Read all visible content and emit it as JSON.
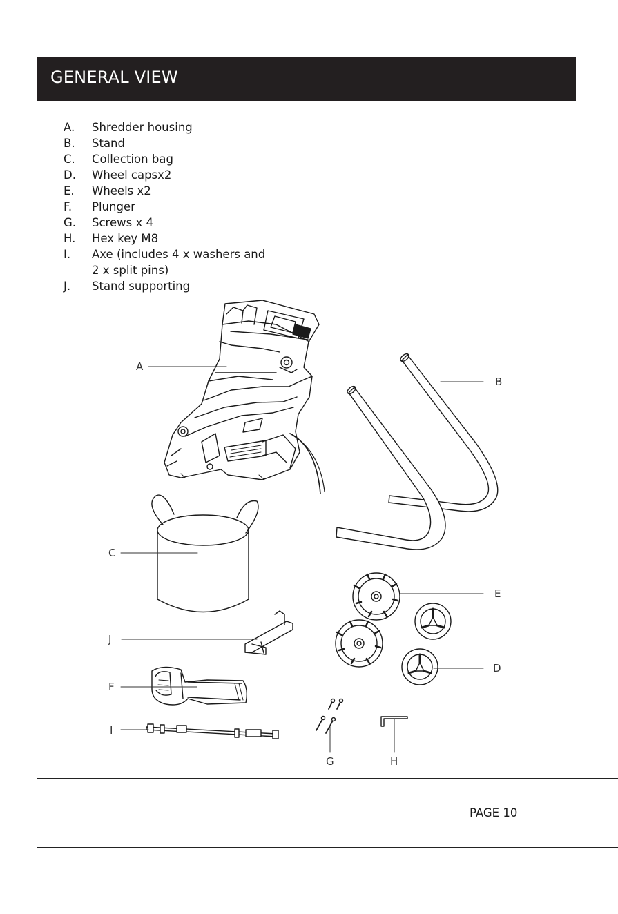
{
  "header": {
    "title": "GENERAL VIEW"
  },
  "parts": [
    {
      "letter": "A.",
      "desc": "Shredder housing"
    },
    {
      "letter": "B.",
      "desc": "Stand"
    },
    {
      "letter": "C.",
      "desc": "Collection bag"
    },
    {
      "letter": "D.",
      "desc": "Wheel capsx2"
    },
    {
      "letter": "E.",
      "desc": "Wheels x2"
    },
    {
      "letter": "F.",
      "desc": "Plunger"
    },
    {
      "letter": "G.",
      "desc": "Screws x 4"
    },
    {
      "letter": "H.",
      "desc": "Hex key M8"
    },
    {
      "letter": "I.",
      "desc": "Axe (includes 4 x washers and\n2 x split pins)"
    },
    {
      "letter": "J.",
      "desc": "Stand  supporting"
    }
  ],
  "callouts": {
    "A": "A",
    "B": "B",
    "C": "C",
    "D": "D",
    "E": "E",
    "F": "F",
    "G": "G",
    "H": "H",
    "I": "I",
    "J": "J"
  },
  "footer": {
    "page": "PAGE 10"
  },
  "colors": {
    "header_bg": "#231f20",
    "header_text": "#ffffff",
    "line": "#222222"
  }
}
